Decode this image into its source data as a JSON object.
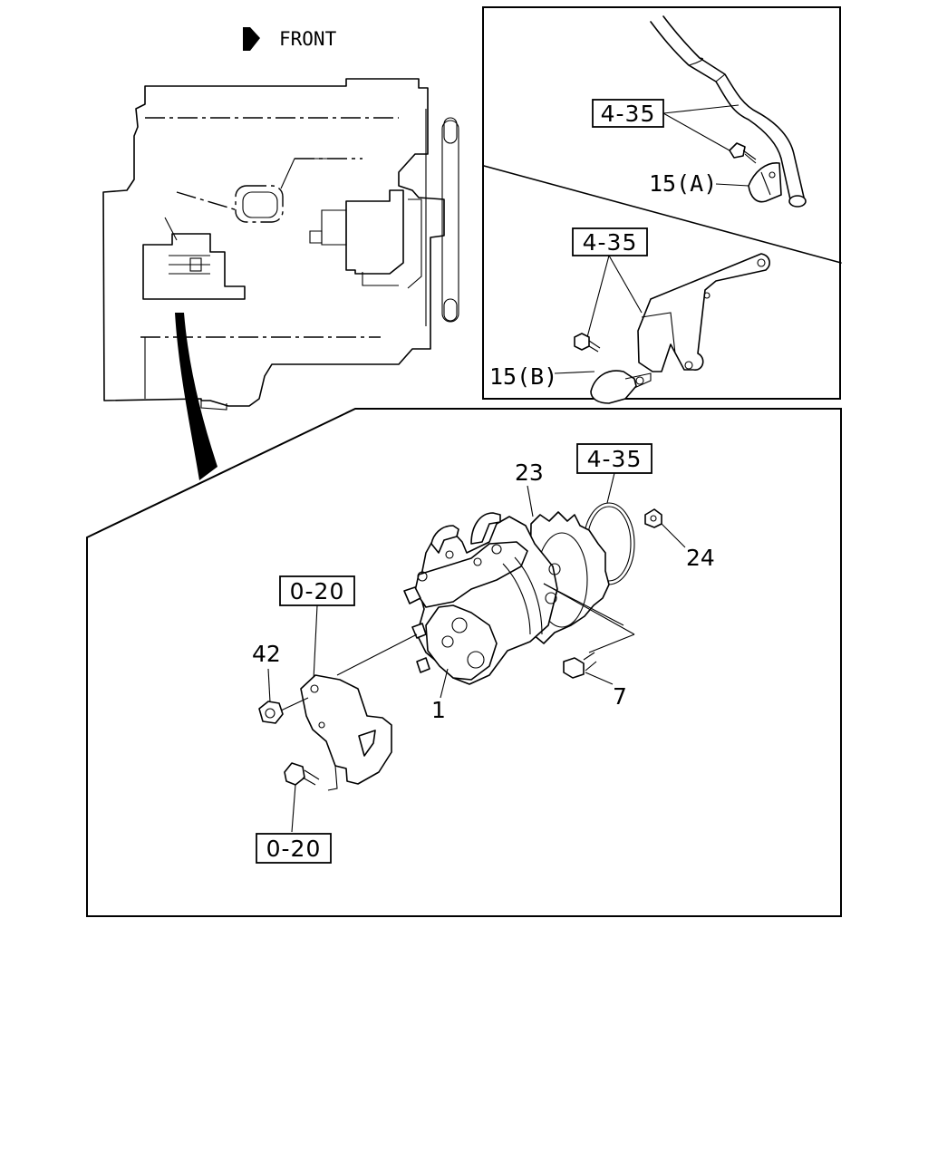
{
  "direction": {
    "label": "FRONT",
    "icon": "front-arrow-icon"
  },
  "refs": {
    "ref_4_35_hose": "4-35",
    "ref_4_35_bracket": "4-35",
    "ref_4_35_gear": "4-35",
    "ref_0_20_top": "0-20",
    "ref_0_20_bottom": "0-20"
  },
  "parts": {
    "p15a": "15(A)",
    "p15b": "15(B)",
    "p23": "23",
    "p24": "24",
    "p42": "42",
    "p1": "1",
    "p7": "7"
  }
}
